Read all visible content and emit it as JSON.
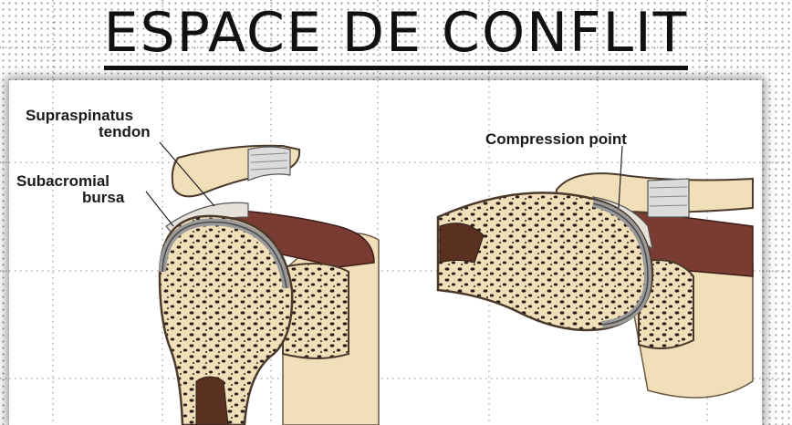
{
  "title": "ESPACE DE CONFLIT",
  "labels": {
    "supraspinatus_line1": "Supraspinatus",
    "supraspinatus_line2": "tendon",
    "bursa_line1": "Subacromial",
    "bursa_line2": "bursa",
    "compression": "Compression point"
  },
  "colors": {
    "bone": "#f1dfb9",
    "marrow": "#2c1e1a",
    "muscle": "#7a3b32",
    "cartilage": "#c8c8c8",
    "background": "#ffffff"
  }
}
